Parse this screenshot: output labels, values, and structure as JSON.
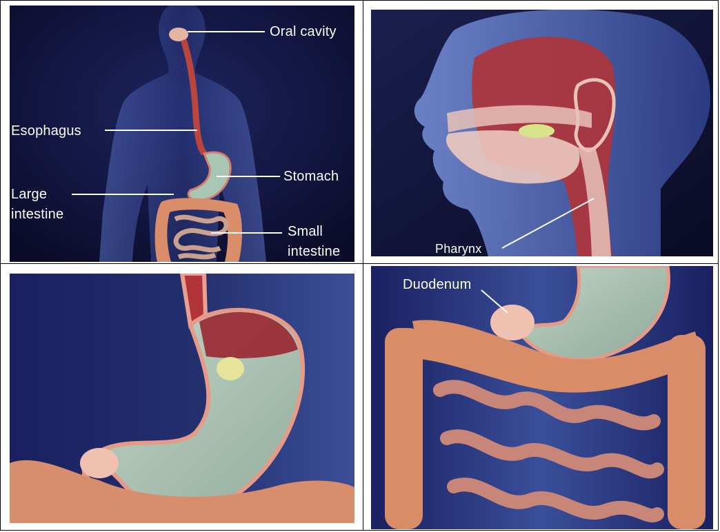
{
  "panels": [
    {
      "id": "digestive-system-overview",
      "labels": {
        "oral_cavity": "Oral cavity",
        "esophagus": "Esophagus",
        "stomach": "Stomach",
        "large_intestine_line1": "Large",
        "large_intestine_line2": "intestine",
        "small_intestine_line1": "Small",
        "small_intestine_line2": "intestine"
      }
    },
    {
      "id": "head-pharynx",
      "labels": {
        "pharynx": "Pharynx"
      }
    },
    {
      "id": "stomach-closeup",
      "labels": {}
    },
    {
      "id": "duodenum-intestines",
      "labels": {
        "duodenum": "Duodenum"
      }
    }
  ],
  "colors": {
    "background_dark": "#101236",
    "body_blue": "#3a4f9a",
    "tissue_red": "#b0343a",
    "stomach_green": "#a9c2b0",
    "intestine_pink": "#d98a78",
    "colon_orange": "#d98d68"
  }
}
